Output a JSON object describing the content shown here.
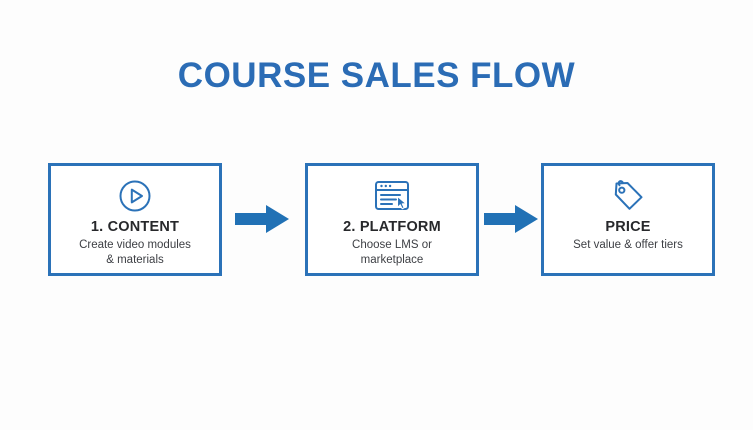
{
  "page": {
    "background_color": "#fdfdfd",
    "accent_color": "#2b72b8",
    "title_color": "#2b6cb5",
    "heading_color": "#27282b",
    "body_text_color": "#3d3f44"
  },
  "header": {
    "title": "COURSE SALES FLOW"
  },
  "flow": {
    "steps": [
      {
        "icon": "play-circle-icon",
        "title": "1. CONTENT",
        "description": "Create video modules & materials",
        "description_line_1": "Create video modules",
        "description_line_2": "& materials"
      },
      {
        "icon": "browser-window-cursor-icon",
        "title": "2. PLATFORM",
        "description": "Choose LMS or marketplace",
        "description_line_1": "Choose LMS or",
        "description_line_2": "marketplace"
      },
      {
        "icon": "price-tag-icon",
        "title": "PRICE",
        "description": "Set value & offer tiers",
        "description_line_1": "Set value & offer tiers",
        "description_line_2": ""
      }
    ],
    "connectors": [
      {
        "icon": "arrow-right-icon"
      },
      {
        "icon": "arrow-right-icon"
      }
    ]
  }
}
